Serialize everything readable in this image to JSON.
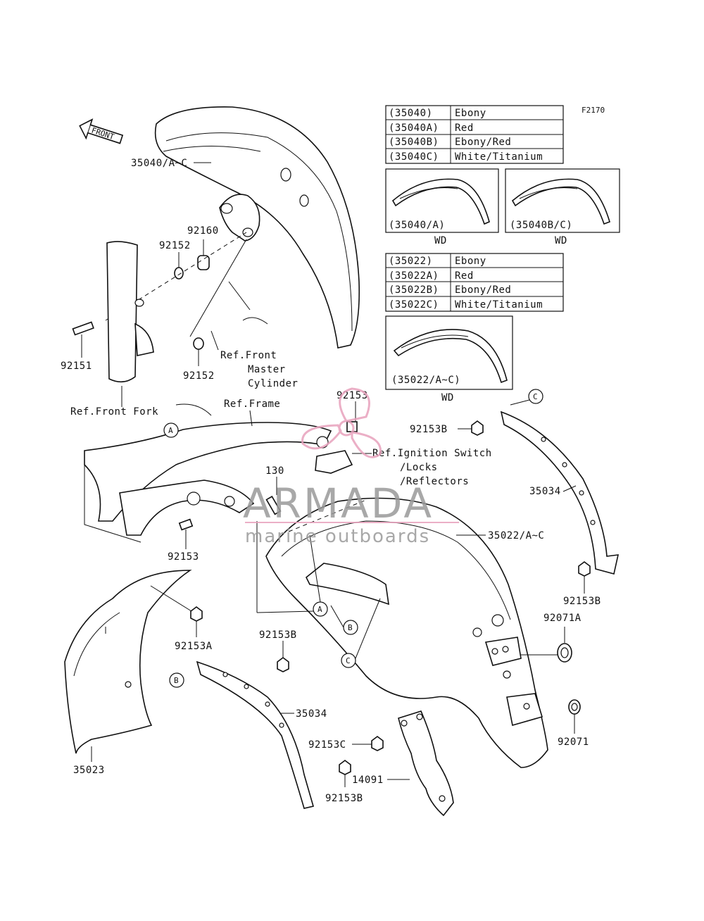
{
  "figure_code": "F2170",
  "front_arrow_label": "FRONT",
  "front_fender": {
    "color_table": [
      {
        "code": "(35040)",
        "color": "Ebony"
      },
      {
        "code": "(35040A)",
        "color": "Red"
      },
      {
        "code": "(35040B)",
        "color": "Ebony/Red"
      },
      {
        "code": "(35040C)",
        "color": "White/Titanium"
      }
    ],
    "thumbnails": [
      {
        "label": "(35040/A)",
        "note": "WD"
      },
      {
        "label": "(35040B/C)",
        "note": "WD"
      }
    ]
  },
  "rear_fender": {
    "color_table": [
      {
        "code": "(35022)",
        "color": "Ebony"
      },
      {
        "code": "(35022A)",
        "color": "Red"
      },
      {
        "code": "(35022B)",
        "color": "Ebony/Red"
      },
      {
        "code": "(35022C)",
        "color": "White/Titanium"
      }
    ],
    "thumbnail": {
      "label": "(35022/A~C)",
      "note": "WD"
    }
  },
  "parts": {
    "p35040": "35040/A~C",
    "p92160": "92160",
    "p92152_top": "92152",
    "p92151": "92151",
    "p92152_bottom": "92152",
    "ref_master": [
      "Ref.Front",
      "Master",
      "Cylinder"
    ],
    "ref_fork": "Ref.Front Fork",
    "ref_frame": "Ref.Frame",
    "p92153_top": "92153",
    "p92153B_top": "92153B",
    "ref_ignition": [
      "Ref.Ignition Switch",
      "/Locks",
      "/Reflectors"
    ],
    "p130": "130",
    "p35034_right": "35034",
    "p35022": "35022/A~C",
    "p92153_left": "92153",
    "p92153B_right": "92153B",
    "p92071A": "92071A",
    "p92153A": "92153A",
    "p92153B_mid": "92153B",
    "p35034_left": "35034",
    "p92071": "92071",
    "p92153C": "92153C",
    "p14091": "14091",
    "p35023": "35023",
    "p92153B_bottom": "92153B"
  },
  "callouts": {
    "A": "A",
    "B": "B",
    "C": "C"
  },
  "watermark": {
    "brand": "ARMADA",
    "tagline": "marine outboards",
    "accent_color": "#e8a2bd",
    "text_color": "#9a9a9a"
  }
}
